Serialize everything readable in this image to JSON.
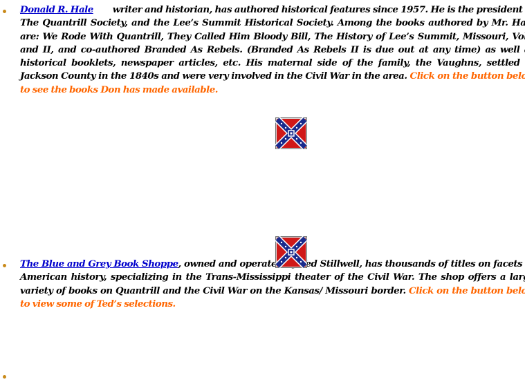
{
  "entries": [
    {
      "link_text": "Donald R. Hale",
      "body": "writer and historian, has authored historical features since 1957. He is the president of The Quantrill Society, and the Lee’s Summit Historical Society. Among the books authored by Mr. Hale are: We Rode With Quantrill, They Called Him Bloody Bill, The History of Lee’s Summit, Missouri, Vol I and II, and co-authored Branded As Rebels. (Branded As Rebels II is due out at any time) as well as historical booklets, newspaper articles, etc. His maternal side of the family, the Vaughns, settled in Jackson County in the 1840s and were very involved in the Civil War in the area.",
      "cta": "Click on the button below to see the books Don has made available.",
      "button_icon": "confederate-flag-icon"
    },
    {
      "link_text": "The Blue and Grey Book Shoppe",
      "body": ", owned and operated by Ted Stillwell, has thousands of titles on facets of American history, specializing in the Trans-Mississippi theater of the Civil War. The shop offers a large variety of books on Quantrill and the Civil War on the Kansas/ Missouri border.",
      "cta": "Click on the button below to view some of Ted’s selections.",
      "button_icon": "confederate-flag-icon"
    }
  ],
  "colors": {
    "link": "#0000cc",
    "cta": "#ff6600",
    "bullet": "#c98a1a",
    "flag_red": "#d01818",
    "flag_blue": "#1a2a8c"
  }
}
